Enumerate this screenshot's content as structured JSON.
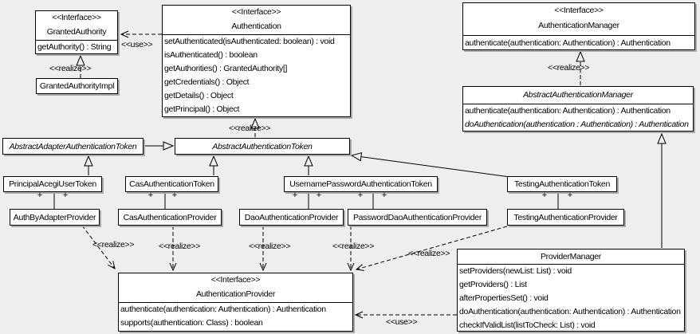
{
  "colors": {
    "background": "#eeeeee",
    "node_fill": "#ffffff",
    "line": "#000000",
    "shadow": "#aaaaaa"
  },
  "labels": {
    "realize": "<<realize>>",
    "use": "<<use>>",
    "plus": "+"
  },
  "classes": {
    "granted_authority": {
      "stereotype": "<<Interface>>",
      "name": "GrantedAuthority",
      "methods": [
        "getAuthority() : String"
      ]
    },
    "granted_authority_impl": {
      "name": "GrantedAuthorityImpl"
    },
    "authentication": {
      "stereotype": "<<Interface>>",
      "name": "Authentication",
      "methods": [
        "setAuthenticated(isAuthenticated: boolean) : void",
        "isAuthenticated() : boolean",
        "getAuthorities() : GrantedAuthority[]",
        "getCredentials() : Object",
        "getDetails() : Object",
        "getPrincipal() : Object"
      ]
    },
    "authentication_manager": {
      "stereotype": "<<Interface>>",
      "name": "AuthenticationManager",
      "methods": [
        "authenticate(authentication: Authentication) : Authentication"
      ]
    },
    "abstract_authentication_manager": {
      "name": "AbstractAuthenticationManager",
      "methods": [
        "authenticate(authentication: Authentication) : Authentication",
        "doAuthentication(authentication : Authentication) : Authentication"
      ]
    },
    "abstract_adapter_authentication_token": {
      "name": "AbstractAdapterAuthenticationToken"
    },
    "abstract_authentication_token": {
      "name": "AbstractAuthenticationToken"
    },
    "principal_acegi_user_token": {
      "name": "PrincipalAcegiUserToken"
    },
    "cas_authentication_token": {
      "name": "CasAuthenticationToken"
    },
    "username_password_authentication_token": {
      "name": "UsernamePasswordAuthenticationToken"
    },
    "testing_authentication_token": {
      "name": "TestingAuthenticationToken"
    },
    "auth_by_adapter_provider": {
      "name": "AuthByAdapterProvider"
    },
    "cas_authentication_provider": {
      "name": "CasAuthenticationProvider"
    },
    "dao_authentication_provider": {
      "name": "DaoAuthenticationProvider"
    },
    "password_dao_authentication_provider": {
      "name": "PasswordDaoAuthenticationProvider"
    },
    "testing_authentication_provider": {
      "name": "TestingAuthenticationProvider"
    },
    "authentication_provider": {
      "stereotype": "<<Interface>>",
      "name": "AuthenticationProvider",
      "methods": [
        "authenticate(authentication: Authentication) : Authentication",
        "supports(authentication: Class) : boolean"
      ]
    },
    "provider_manager": {
      "name": "ProviderManager",
      "methods": [
        "setProviders(newList: List) : void",
        "getProviders() : List",
        "afterPropertiesSet() : void",
        "doAuthentication(authentication: Authentication) : Authentication",
        "checkIfValidList(listToCheck: List) : void"
      ]
    }
  }
}
